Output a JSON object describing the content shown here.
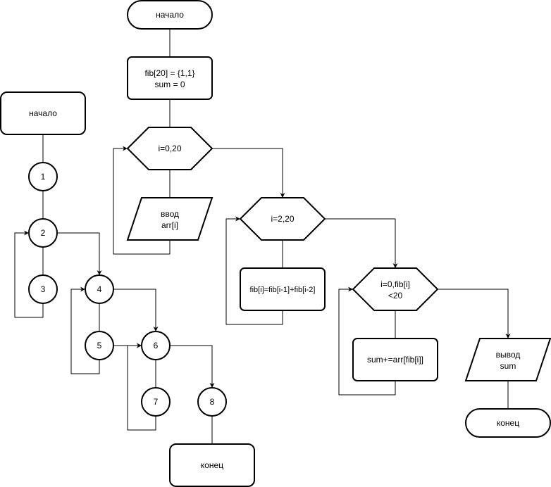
{
  "left_graph": {
    "start_label": "начало",
    "end_label": "конец",
    "nodes": [
      "1",
      "2",
      "3",
      "4",
      "5",
      "6",
      "7",
      "8"
    ]
  },
  "flowchart": {
    "start_label": "начало",
    "init_line1": "fib[20] = {1,1}",
    "init_line2": "sum = 0",
    "loop1_label": "i=0,20",
    "input_line1": "ввод",
    "input_line2": "arr[i]",
    "loop2_label": "i=2,20",
    "compute_label": "fib[i]=fib[i-1]+fib[i-2]",
    "loop3_line1": "i=0,fib[i]",
    "loop3_line2": "<20",
    "sum_label": "sum+=arr[fib[i]]",
    "output_line1": "вывод",
    "output_line2": "sum",
    "end_label": "конец"
  }
}
